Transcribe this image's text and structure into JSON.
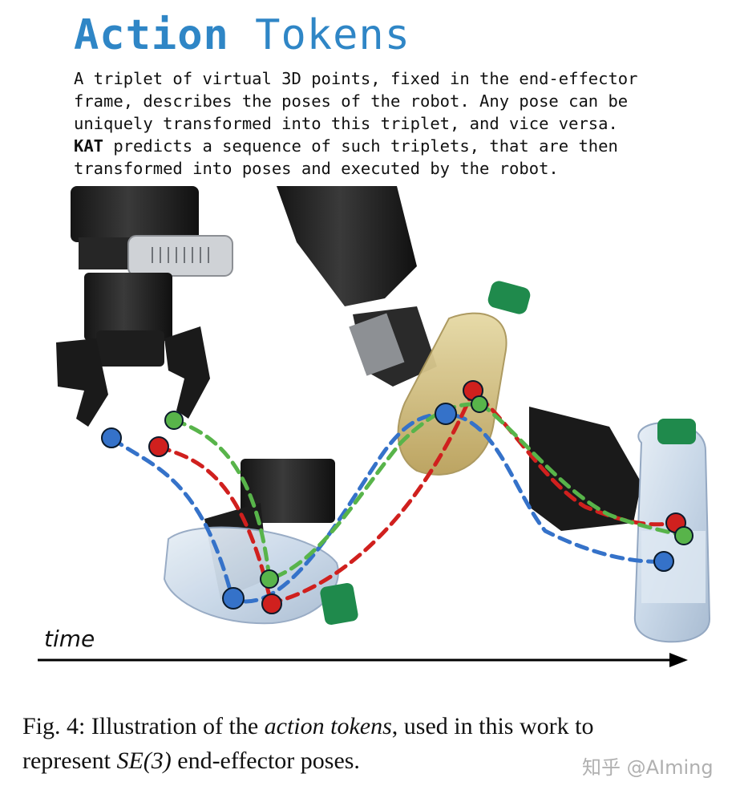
{
  "heading": {
    "strong": "Action",
    "light": "Tokens"
  },
  "description": {
    "line1": "A triplet of virtual 3D points, fixed in the end-effector",
    "line2": "frame, describes the poses of the robot. Any pose can be",
    "line3": "uniquely transformed into this triplet, and vice versa.",
    "line4_bold": "KAT",
    "line4_rest": " predicts a sequence of such triplets, that are then",
    "line5": "transformed into poses and executed by the robot."
  },
  "figure": {
    "time_label": "time",
    "token_colors": {
      "red": "#d0201e",
      "green": "#58b44a",
      "blue": "#3572c9"
    },
    "bottle_cap_color": "#1f8a4c"
  },
  "caption": {
    "prefix": "Fig. 4: Illustration of the ",
    "italic": "action tokens",
    "middle": ", used in this work to",
    "line2_start": "represent ",
    "math": "SE(3)",
    "line2_end": " end-effector poses."
  },
  "watermark": "知乎 @AIming"
}
